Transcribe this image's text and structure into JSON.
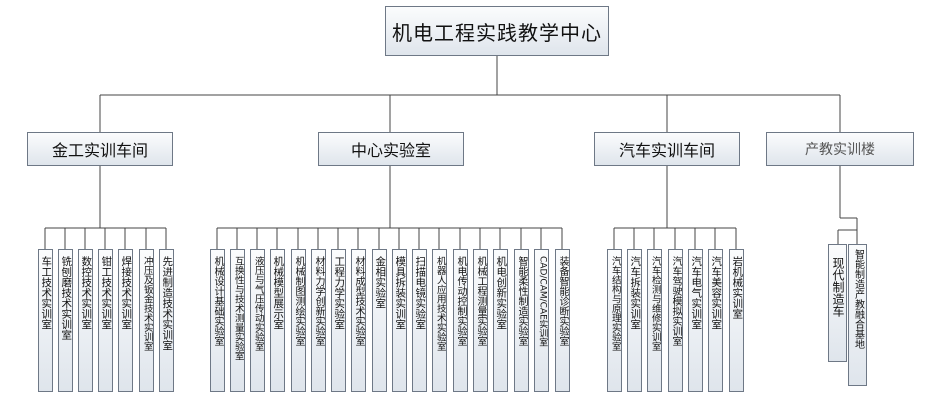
{
  "title": "机电工程实践教学中心",
  "departments": [
    {
      "name": "金工实训车间",
      "rooms": [
        "车工技术实训室",
        "铣刨磨技术实训室",
        "数控技术实训室",
        "钳工技术实训室",
        "焊接技术实训室",
        "冲压及钣金技术实训室",
        "先进制造技术实训室"
      ]
    },
    {
      "name": "中心实验室",
      "rooms": [
        "机械设计基础实验室",
        "互换性与技术测量实验室",
        "液压与气压传动实验室",
        "机械模型展示室",
        "机械制图测绘实验室",
        "材料力学创新实验室",
        "工程力学实验室",
        "材料成型技术实验室",
        "金相实验室",
        "模具拆装实训室",
        "扫描电镜实验室",
        "机器人应用技术实验室",
        "机电传动控制实验室",
        "机械工程测量实验室",
        "机电创新实验室",
        "智能柔性制造实验室",
        "CAD/CAM/CAE实训室",
        "装备智能诊断实验室"
      ]
    },
    {
      "name": "汽车实训车间",
      "rooms": [
        "汽车结构与原理实验室",
        "汽车拆装实训室",
        "汽车检测与维修实训室",
        "汽车驾驶模拟实训室",
        "汽车电气实训室",
        "汽车美容实训室",
        "岩机械实训室"
      ]
    },
    {
      "name": "产教实训楼",
      "rooms": [
        "现代制造车",
        "智能制造产教融合基地"
      ]
    }
  ]
}
